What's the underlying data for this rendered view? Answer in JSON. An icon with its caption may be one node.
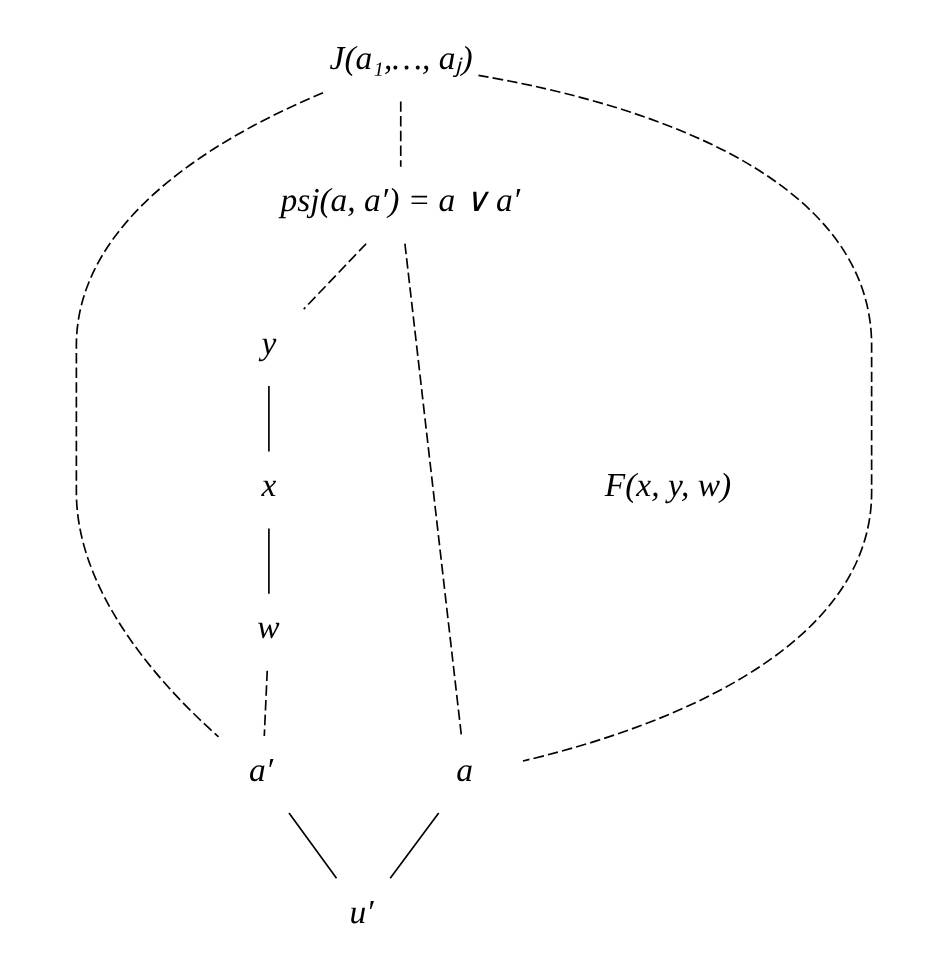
{
  "diagram": {
    "nodes": [
      {
        "text": [
          "J(a₁,…, aⱼ)"
        ]
      },
      {
        "text": [
          "psj(a, a′) = a ∨ a′"
        ]
      },
      {
        "text": [
          "y"
        ]
      },
      {
        "text": [
          "x"
        ]
      },
      {
        "text": [
          "w"
        ]
      },
      {
        "text": [
          "a"
        ]
      },
      {
        "text": [
          "a′"
        ]
      },
      {
        "text": [
          "u′"
        ]
      }
    ],
    "edges": [
      {
        "from": 0,
        "to": 1,
        "arrow": "none",
        "style": "dashed"
      },
      {
        "from": 0,
        "to": 5,
        "arrow": "none",
        "style": "dashed"
      },
      {
        "from": 0,
        "to": 6,
        "arrow": "none",
        "style": "dashed"
      },
      {
        "from": 1,
        "to": 5,
        "arrow": "none",
        "style": "dashed"
      },
      {
        "from": 1,
        "to": 2,
        "arrow": "none",
        "style": "dashed"
      },
      {
        "from": 2,
        "to": 3,
        "arrow": "none"
      },
      {
        "from": 3,
        "to": 4,
        "arrow": "none"
      },
      {
        "from": 4,
        "to": 6,
        "arrow": "none",
        "style": "dashed"
      },
      {
        "from": 5,
        "to": 7,
        "arrow": "none"
      },
      {
        "from": 6,
        "to": 7,
        "arrow": "none"
      }
    ],
    "labels": [
      "F(x, y, w)"
    ]
  }
}
